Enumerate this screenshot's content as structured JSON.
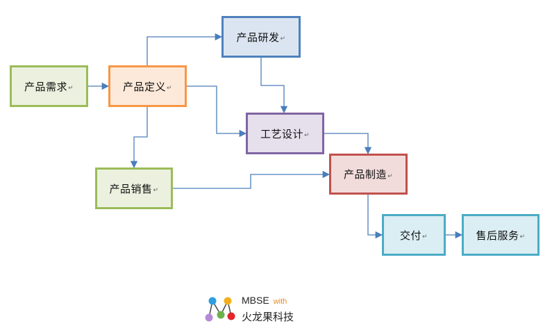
{
  "nodes": {
    "demand": {
      "label": "产品需求",
      "mark": "↵",
      "fill": "#ebf1de",
      "border": "#9bbb59"
    },
    "definition": {
      "label": "产品定义",
      "mark": "↵",
      "fill": "#fde9d9",
      "border": "#f79646"
    },
    "rnd": {
      "label": "产品研发",
      "mark": "↵",
      "fill": "#dbe5f1",
      "border": "#4f81bd"
    },
    "process": {
      "label": "工艺设计",
      "mark": "↵",
      "fill": "#e5e0ec",
      "border": "#8064a2"
    },
    "sales": {
      "label": "产品销售",
      "mark": "↵",
      "fill": "#ebf1de",
      "border": "#9bbb59"
    },
    "manufacture": {
      "label": "产品制造",
      "mark": "↵",
      "fill": "#f2dcdb",
      "border": "#c0504d"
    },
    "delivery": {
      "label": "交付",
      "mark": "↵",
      "fill": "#daeef3",
      "border": "#4bacc6"
    },
    "aftersales": {
      "label": "售后服务",
      "mark": "↵",
      "fill": "#daeef3",
      "border": "#4bacc6"
    }
  },
  "connector_color": "#4a7ebb",
  "logo": {
    "title": "MBSE",
    "with": "with",
    "subtitle": "火龙果科技",
    "dot_colors": [
      "#2e9ee0",
      "#f2b01e",
      "#b58ad8",
      "#6ab04c",
      "#e3262b"
    ]
  }
}
